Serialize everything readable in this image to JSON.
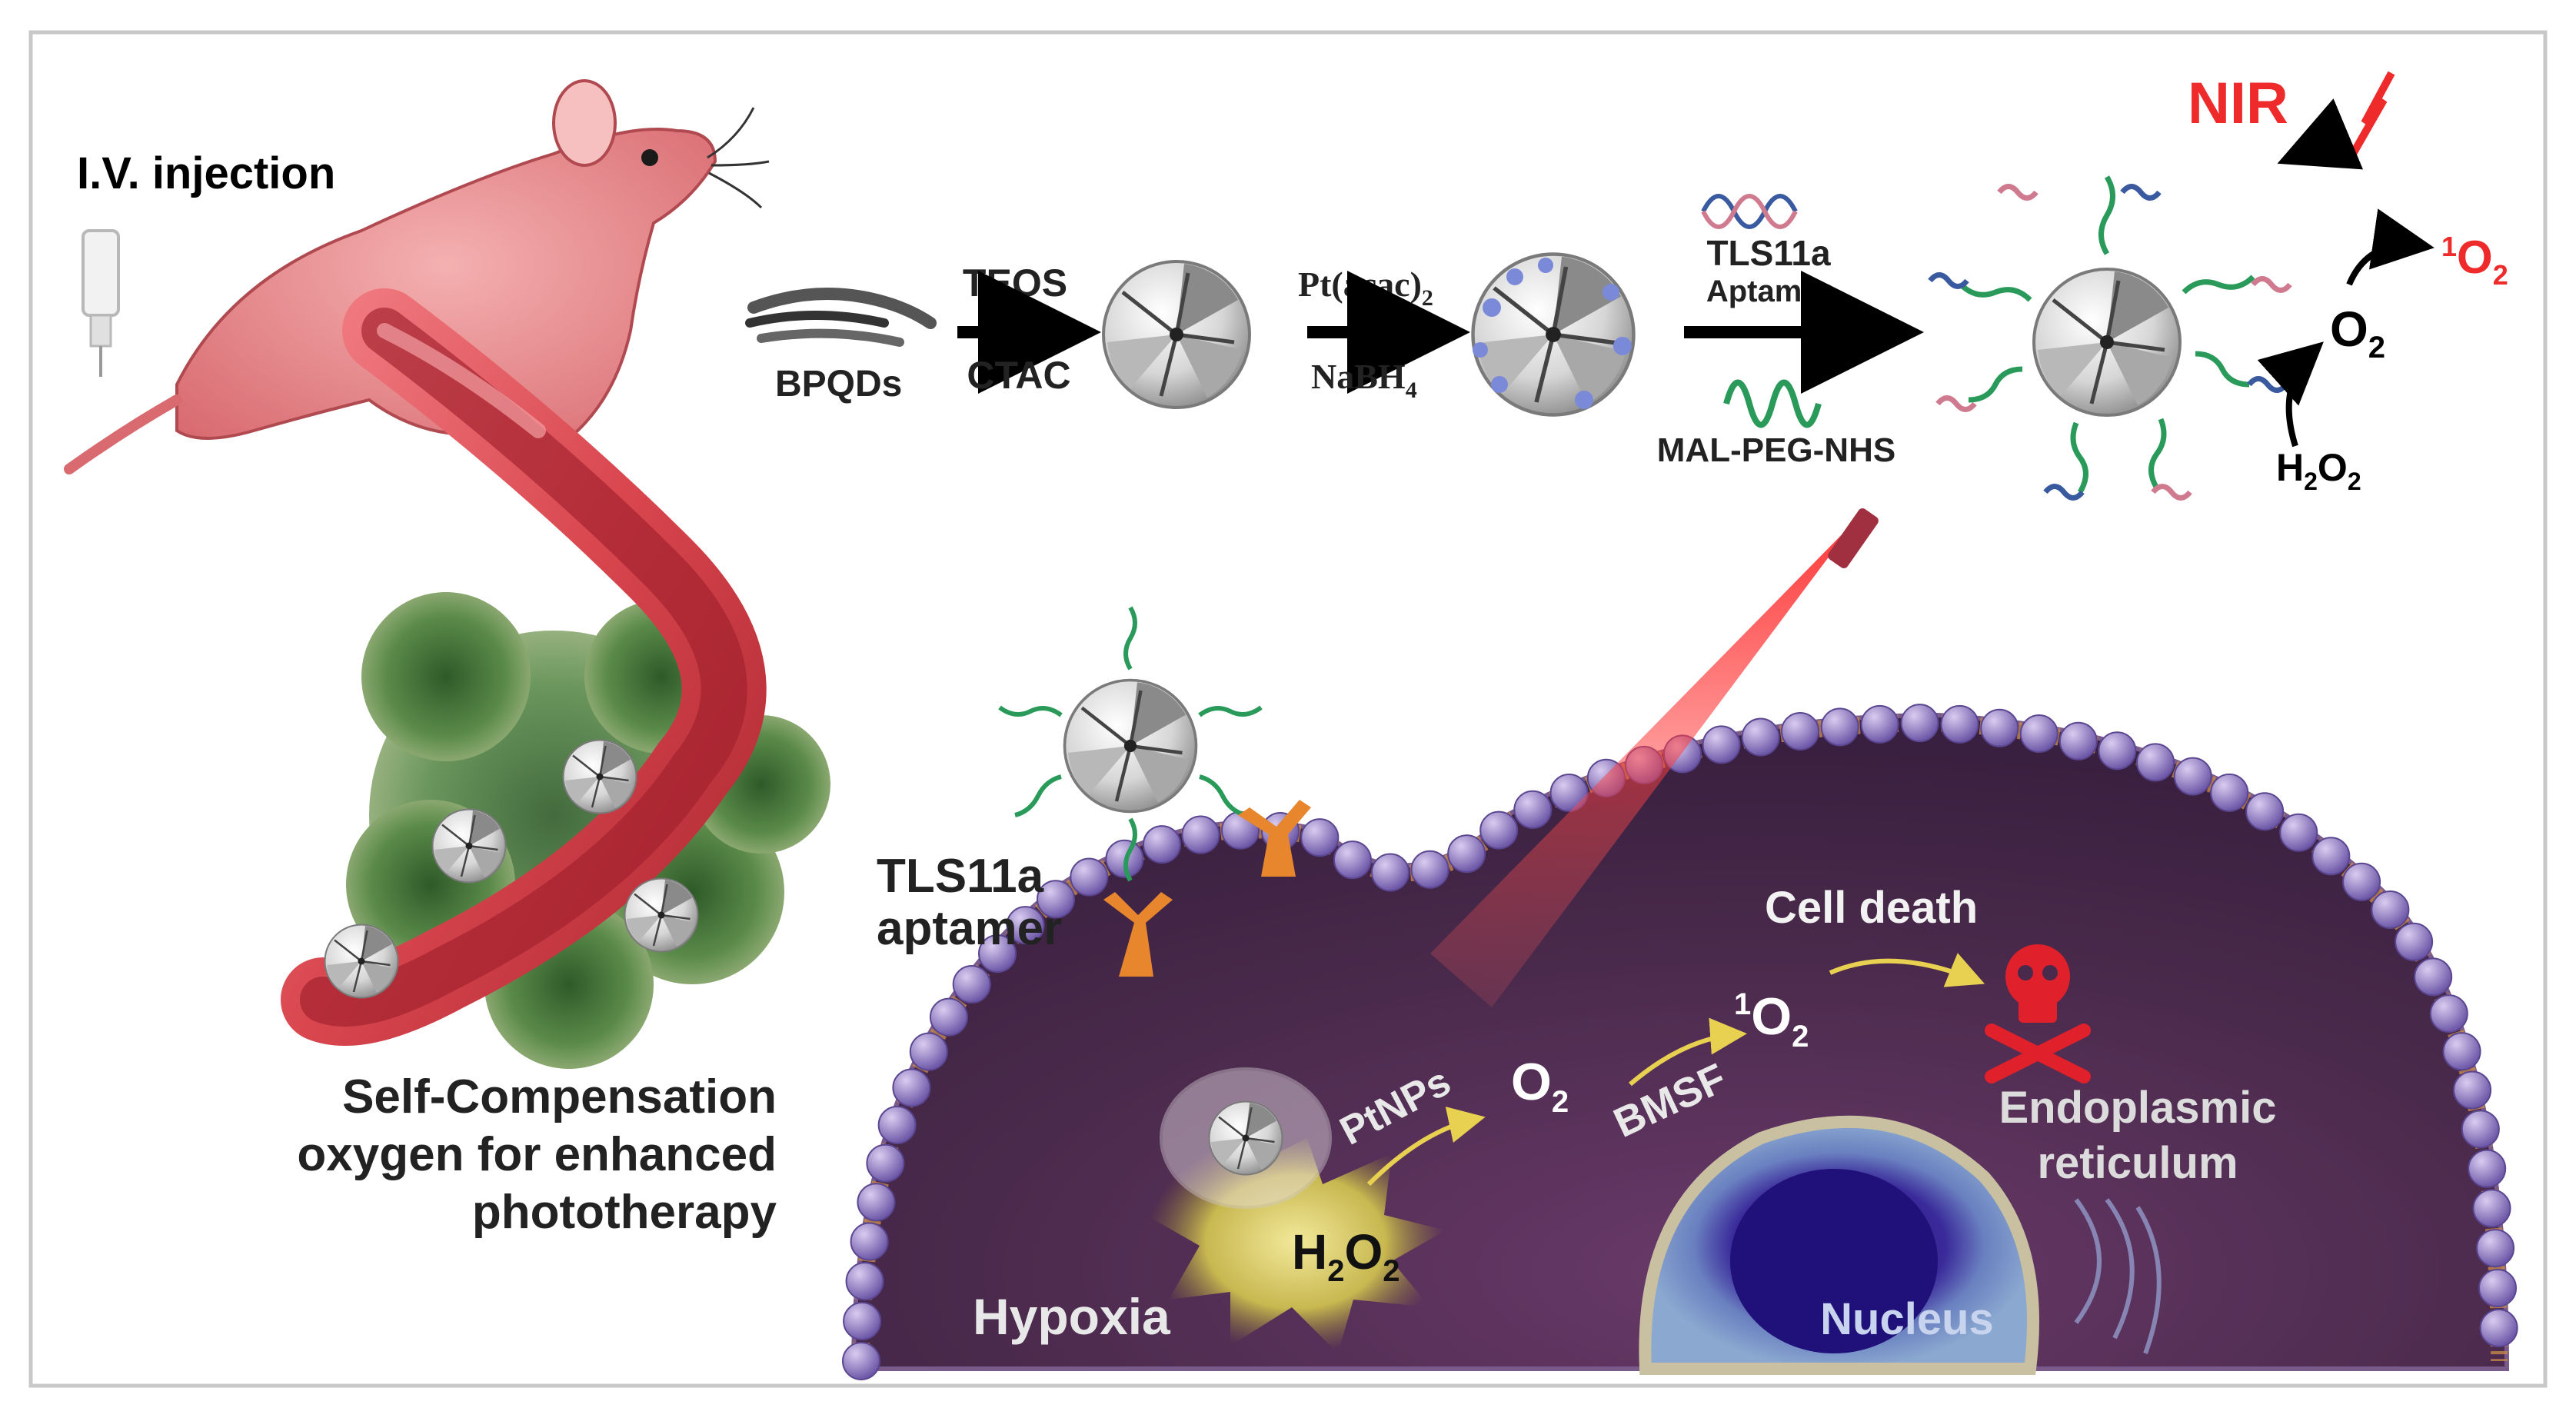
{
  "labels": {
    "iv_injection": "I.V. injection",
    "bpqds": "BPQDs",
    "teos": "TEOS",
    "ctac": "CTAC",
    "pt_acac": "Pt(acac)",
    "pt_acac_sub": "2",
    "nabh": "NaBH",
    "nabh_sub": "4",
    "tls11a_line1": "TLS11a",
    "aptamer_line2": "Aptamer",
    "mal_peg_nhs": "MAL-PEG-NHS",
    "nir": "NIR",
    "o2_main": "O",
    "o2_main_sub": "2",
    "singlet_o2_sup": "1",
    "singlet_o2": "O",
    "singlet_o2_sub": "2",
    "h2o2_top": "H",
    "h2o2_top_sub1": "2",
    "h2o2_top_mid": "O",
    "h2o2_top_sub2": "2",
    "tls11a_cell_l1": "TLS11a",
    "tls11a_cell_l2": "aptamer",
    "cell_death": "Cell death",
    "ptnps": "PtNPs",
    "o2_cell": "O",
    "o2_cell_sub": "2",
    "bmsf": "BMSF",
    "singlet_cell_sup": "1",
    "singlet_cell": "O",
    "singlet_cell_sub": "2",
    "endo_l1": "Endoplasmic",
    "endo_l2": "reticulum",
    "h2o2_cell": "H",
    "h2o2_cell_sub1": "2",
    "h2o2_cell_mid": "O",
    "h2o2_cell_sub2": "2",
    "hypoxia": "Hypoxia",
    "nucleus": "Nucleus",
    "caption_l1": "Self-Compensation",
    "caption_l2": "oxygen for enhanced",
    "caption_l3": "phototherapy"
  },
  "colors": {
    "frame": "#c8c8c8",
    "mouse": "#e58a8c",
    "vessel": "#d9464e",
    "tumor": "#4f7a3a",
    "cell_interior": "#4a2a4c",
    "membrane_bead": "#9a84c8",
    "aptamer_green": "#2a9a5a",
    "receptor": "#e8862e",
    "laser": "#e0202a",
    "nir_red": "#ee2a2a",
    "skull_red": "#e0202a",
    "h2o2_glow": "#d8c860"
  }
}
